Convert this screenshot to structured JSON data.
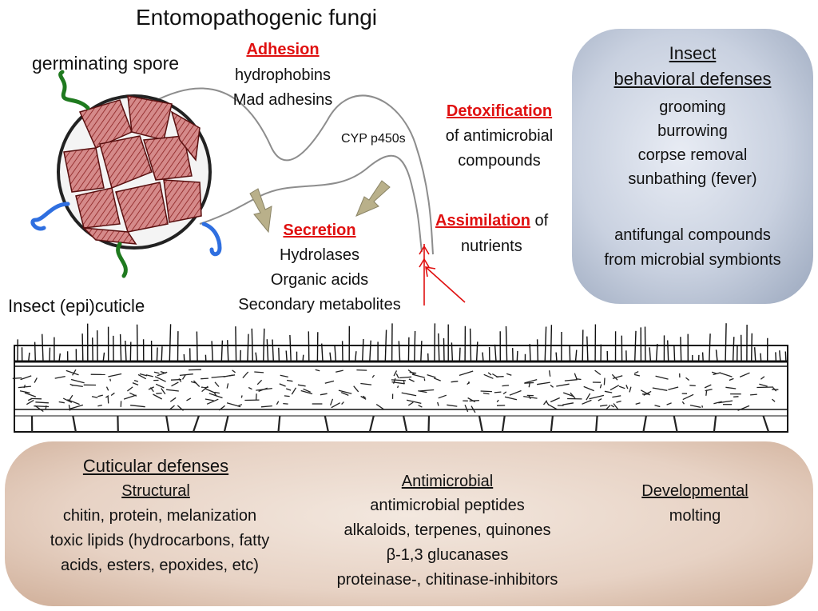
{
  "title": "Entomopathogenic fungi",
  "spore_label": "germinating spore",
  "adhesion": {
    "heading": "Adhesion",
    "lines": [
      "hydrophobins",
      "Mad adhesins"
    ]
  },
  "cyp_label": "CYP p450s",
  "detox": {
    "heading": "Detoxification",
    "lines": [
      "of antimicrobial",
      "compounds"
    ]
  },
  "assimilation": {
    "heading": "Assimilation",
    "suffix": " of",
    "lines": [
      "nutrients"
    ]
  },
  "secretion": {
    "heading": "Secretion",
    "lines": [
      "Hydrolases",
      "Organic acids",
      "Secondary metabolites"
    ]
  },
  "cuticle_label": "Insect (epi)cuticle",
  "behavioral": {
    "heading_lines": [
      "Insect",
      "behavioral defenses"
    ],
    "items": [
      "grooming",
      "burrowing",
      "corpse removal",
      "sunbathing (fever)"
    ],
    "symbiont_lines": [
      "antifungal compounds",
      "from microbial symbionts"
    ]
  },
  "cuticular": {
    "heading": "Cuticular defenses",
    "structural": {
      "heading": "Structural",
      "lines": [
        "chitin, protein, melanization",
        "toxic lipids (hydrocarbons, fatty",
        "acids, esters, epoxides, etc)"
      ]
    },
    "antimicrobial": {
      "heading": "Antimicrobial",
      "lines": [
        "antimicrobial peptides",
        "alkaloids, terpenes, quinones",
        "β-1,3 glucanases",
        "proteinase-, chitinase-inhibitors"
      ]
    },
    "developmental": {
      "heading": "Developmental",
      "lines": [
        "molting"
      ]
    }
  },
  "colors": {
    "accent_red": "#e01010",
    "spore_fill": "#c96a6a",
    "hypha_green": "#1f7a1f",
    "hypha_blue": "#2f6fe0",
    "arrow_khaki": "#b9b08a",
    "behavior_box": "#c9d1e0",
    "cuticle_box": "#e7d2c4"
  }
}
